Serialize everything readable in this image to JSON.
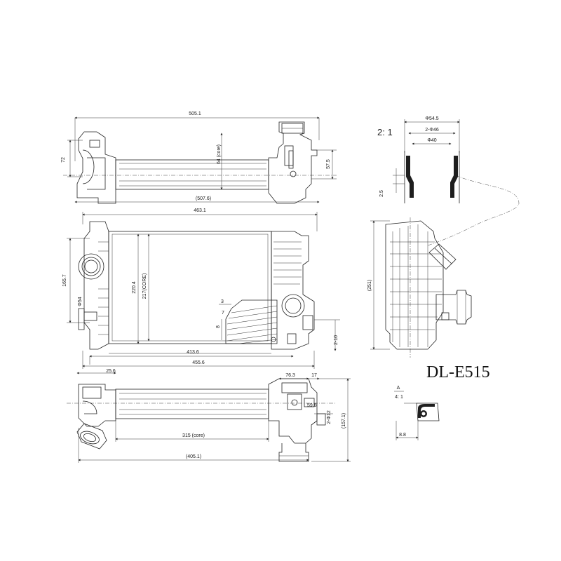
{
  "part_number": "DL-E515",
  "scales": {
    "detail_top": "2: 1",
    "detail_bottom_letter": "A",
    "detail_bottom_ratio": "4: 1"
  },
  "dimensions": {
    "top_view": {
      "overall": "505.1",
      "core": "64 (core)",
      "left_height": "72",
      "right_height": "57.5",
      "bottom": "(507.6)"
    },
    "front_view": {
      "top": "463.1",
      "left_height": "165.7",
      "height": "220.4",
      "core_height": "217(CORE)",
      "inlet": "Φ54",
      "inner": "413.6",
      "overall": "455.6",
      "d3": "3",
      "d7": "7",
      "d8": "8",
      "right": "2-10"
    },
    "side_view": {
      "height": "(251)"
    },
    "detail_view": {
      "outer": "Φ54.5",
      "mid": "2-Φ46",
      "inner": "Φ40",
      "lip": "2.5"
    },
    "bottom_view": {
      "left": "25.6",
      "right_top": "76.3",
      "right_small": "17",
      "d59": "59.8",
      "bolt": "2-Φ12",
      "height": "(157.1)",
      "core": "315 (core)",
      "overall": "(405.1)"
    },
    "section_a": {
      "width": "8.8"
    }
  },
  "icons": {
    "hose_inlet": "pipe-outlet-icon",
    "clamp": "clamp-icon"
  }
}
